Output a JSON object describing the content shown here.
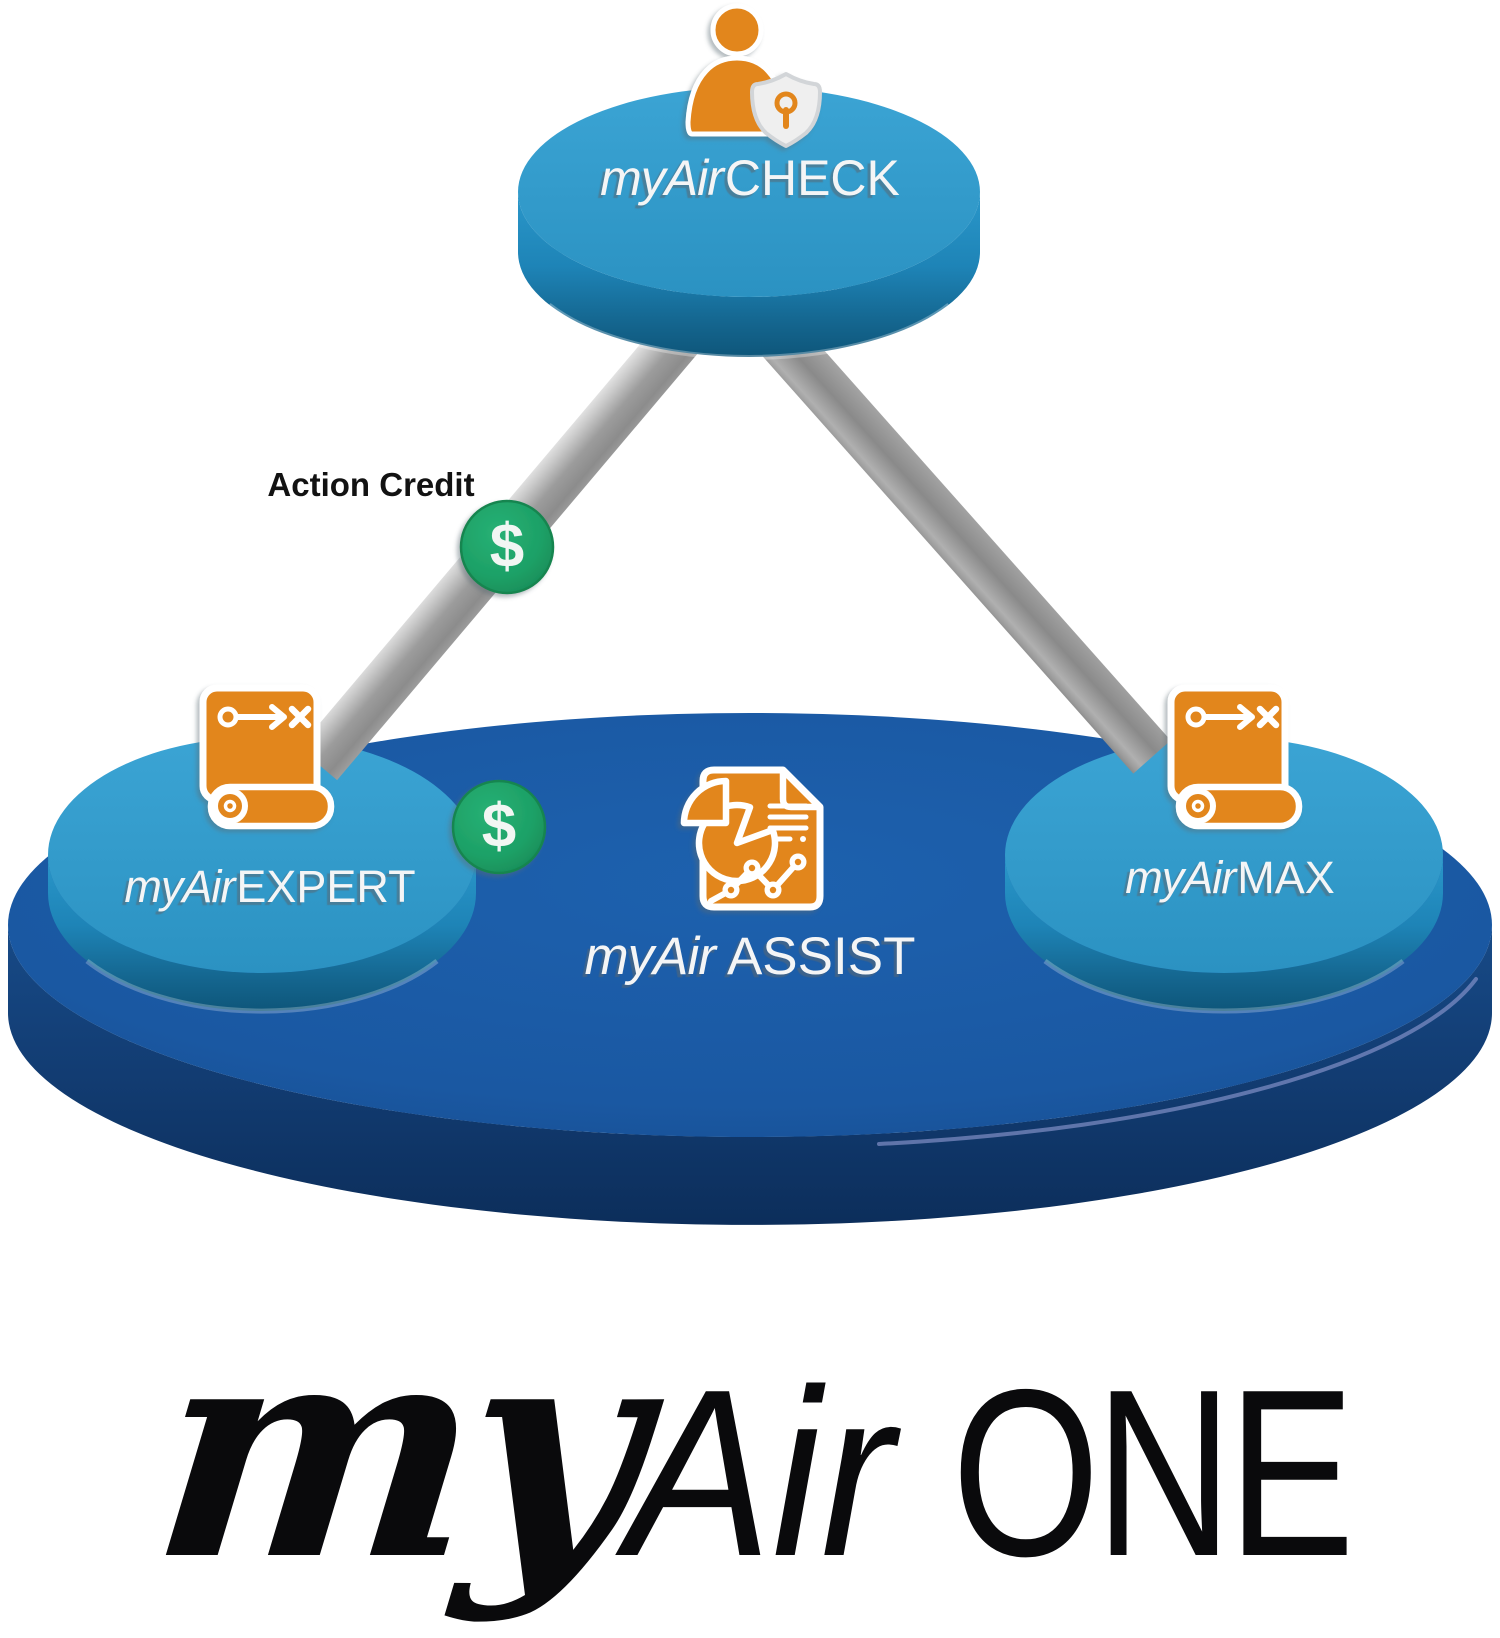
{
  "title": "myAirONE platform diagram",
  "colors": {
    "orange": "#E2861C",
    "light_blue": "#2D96C6",
    "dark_blue": "#1A58A2",
    "green": "#1EA46A",
    "strut_grey": "#9A9A9A",
    "label_light": "#F4F5F6",
    "label_dark": "#121212",
    "white": "#FFFFFF"
  },
  "nodes": {
    "check": {
      "prefix": "myAir",
      "suffix": "CHECK",
      "icon": "user-shield-icon"
    },
    "expert": {
      "prefix": "myAir",
      "suffix": "EXPERT",
      "icon": "strategy-scroll-icon"
    },
    "assist": {
      "prefix": "myAir",
      "suffix": "ASSIST",
      "icon": "report-chart-icon"
    },
    "max": {
      "prefix": "myAir",
      "suffix": "MAX",
      "icon": "strategy-scroll-icon"
    }
  },
  "credits": {
    "label": "Action Credit",
    "symbol": "$"
  },
  "footer": {
    "script_part": "my",
    "italic_part": "Air",
    "caps_part": "ONE"
  }
}
